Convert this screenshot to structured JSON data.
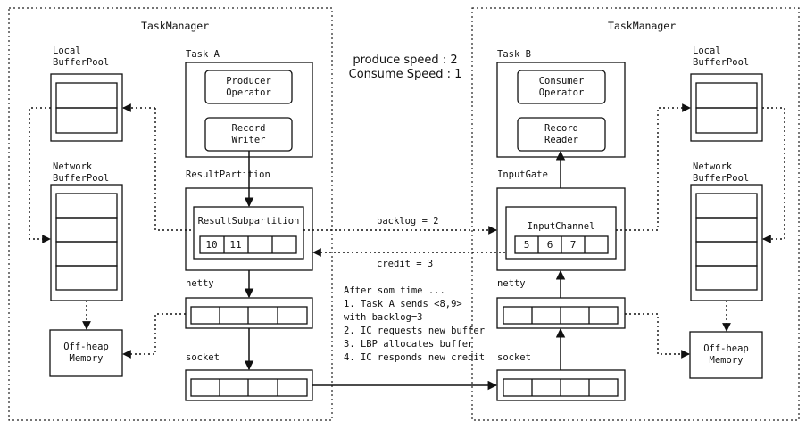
{
  "left_tm": {
    "title": "TaskManager",
    "task_title": "Task A",
    "producer_operator": "Producer\nOperator",
    "record_writer": "Record\nWriter",
    "result_partition": "ResultPartition",
    "result_subpartition": "ResultSubpartition",
    "subpartition_cells": [
      "10",
      "11",
      "",
      ""
    ],
    "local_bufferpool": "Local\nBufferPool",
    "network_bufferpool": "Network\nBufferPool",
    "offheap_memory": "Off-heap\nMemory",
    "netty": "netty",
    "socket": "socket"
  },
  "right_tm": {
    "title": "TaskManager",
    "task_title": "Task B",
    "consumer_operator": "Consumer\nOperator",
    "record_reader": "Record\nReader",
    "input_gate": "InputGate",
    "input_channel": "InputChannel",
    "channel_cells": [
      "5",
      "6",
      "7",
      ""
    ],
    "local_bufferpool": "Local\nBufferPool",
    "network_bufferpool": "Network\nBufferPool",
    "offheap_memory": "Off-heap\nMemory",
    "netty": "netty",
    "socket": "socket"
  },
  "middle": {
    "produce_speed": "produce speed : 2",
    "consume_speed": "Consume Speed : 1",
    "backlog": "backlog = 2",
    "credit": "credit = 3",
    "notes": "After som time ...\n1. Task A sends <8,9>\nwith backlog=3\n2. IC requests new buffer\n3. LBP allocates buffer\n4. IC responds new credit"
  }
}
